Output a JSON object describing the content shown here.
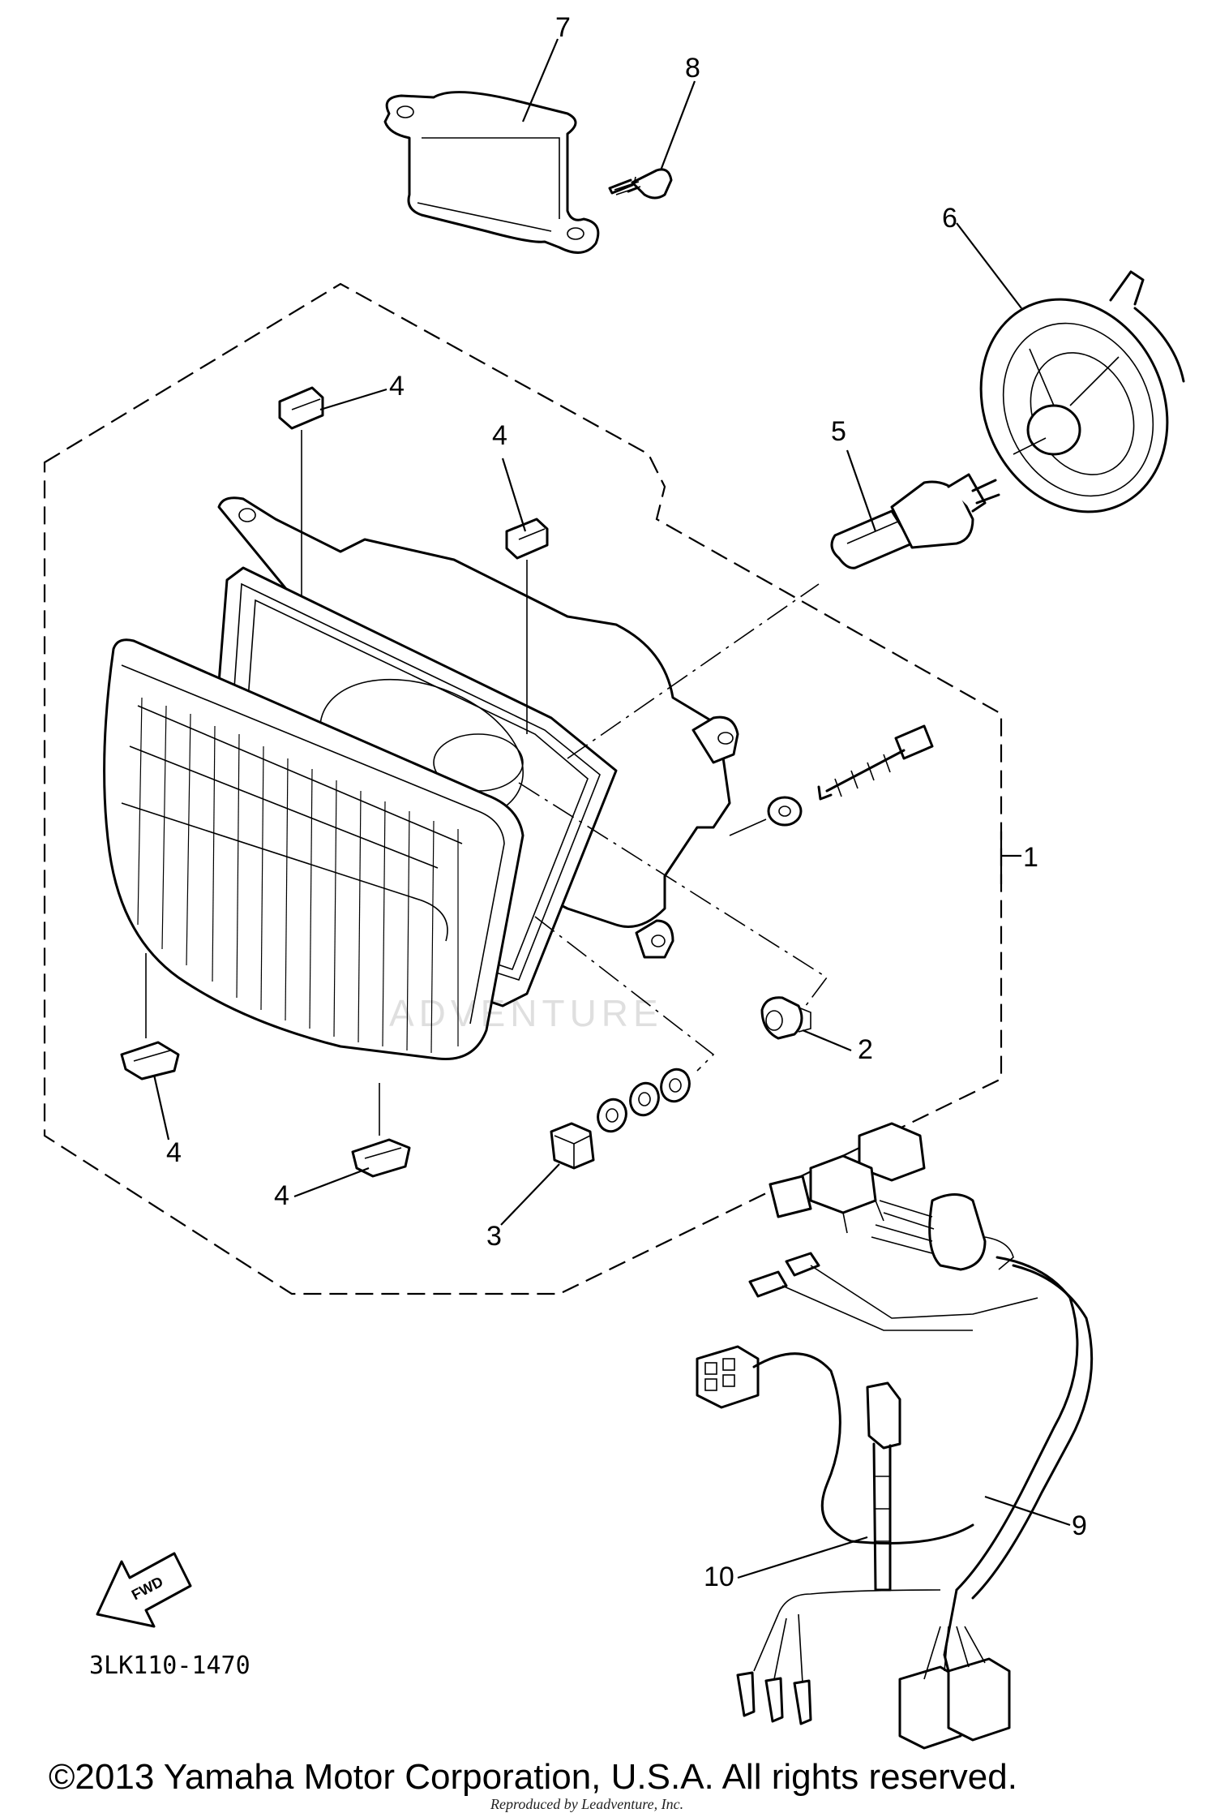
{
  "diagram": {
    "callouts": [
      {
        "id": "c1",
        "label": "1"
      },
      {
        "id": "c2",
        "label": "2"
      },
      {
        "id": "c3",
        "label": "3"
      },
      {
        "id": "c4a",
        "label": "4"
      },
      {
        "id": "c4b",
        "label": "4"
      },
      {
        "id": "c4c",
        "label": "4"
      },
      {
        "id": "c4d",
        "label": "4"
      },
      {
        "id": "c5",
        "label": "5"
      },
      {
        "id": "c6",
        "label": "6"
      },
      {
        "id": "c7",
        "label": "7"
      },
      {
        "id": "c8",
        "label": "8"
      },
      {
        "id": "c9",
        "label": "9"
      },
      {
        "id": "c10",
        "label": "10"
      }
    ],
    "fwd_label": "FWD",
    "diagram_code": "3LK110-1470",
    "watermark_text": "ADVENTURE",
    "copyright": "©2013 Yamaha Motor Corporation, U.S.A. All rights reserved.",
    "overlay_credit": "Reproduced by Leadventure, Inc."
  }
}
